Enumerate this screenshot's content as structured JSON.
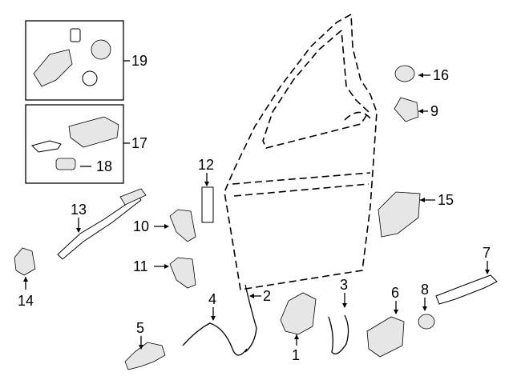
{
  "diagram": {
    "callouts": [
      {
        "id": "19",
        "label": "19"
      },
      {
        "id": "17",
        "label": "17"
      },
      {
        "id": "18",
        "label": "18"
      },
      {
        "id": "16",
        "label": "16"
      },
      {
        "id": "9",
        "label": "9"
      },
      {
        "id": "15",
        "label": "15"
      },
      {
        "id": "12",
        "label": "12"
      },
      {
        "id": "13",
        "label": "13"
      },
      {
        "id": "10",
        "label": "10"
      },
      {
        "id": "11",
        "label": "11"
      },
      {
        "id": "14",
        "label": "14"
      },
      {
        "id": "7",
        "label": "7"
      },
      {
        "id": "2",
        "label": "2"
      },
      {
        "id": "3",
        "label": "3"
      },
      {
        "id": "4",
        "label": "4"
      },
      {
        "id": "6",
        "label": "6"
      },
      {
        "id": "8",
        "label": "8"
      },
      {
        "id": "5",
        "label": "5"
      },
      {
        "id": "1",
        "label": "1"
      }
    ]
  }
}
